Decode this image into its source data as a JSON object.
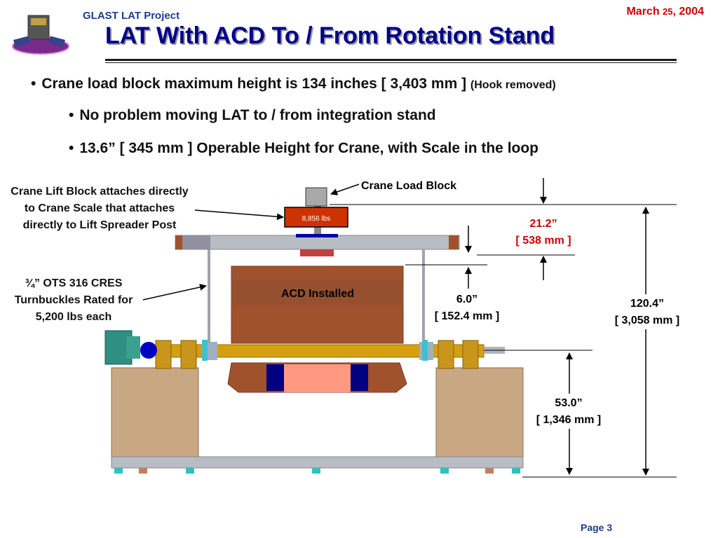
{
  "header": {
    "project": "GLAST LAT Project",
    "date_prefix": "March ",
    "date_day": "25",
    "date_suffix": ", 2004",
    "title": "LAT With ACD To / From Rotation Stand"
  },
  "bullets": {
    "main": "Crane load block maximum height is 134 inches [ 3,403 mm ]",
    "main_paren": "(Hook removed)",
    "sub1": "No problem moving LAT to / from integration stand",
    "sub2": "13.6” [ 345 mm ] Operable Height for Crane, with Scale in the loop"
  },
  "notes": {
    "lift_block": "Crane Lift Block attaches directly to Crane Scale that attaches directly to Lift Spreader Post",
    "turnbuckles": "¾” OTS 316 CRES Turnbuckles Rated for 5,200 lbs each"
  },
  "diagram": {
    "crane_load_block_label": "Crane Load Block",
    "scale_reading": "8,856 lbs",
    "acd_label": "ACD Installed",
    "dim_21_in": "21.2”",
    "dim_21_mm": "[ 538 mm ]",
    "dim_6_in": "6.0”",
    "dim_6_mm": "[ 152.4 mm ]",
    "dim_120_in": "120.4”",
    "dim_120_mm": "[ 3,058 mm ]",
    "dim_53_in": "53.0”",
    "dim_53_mm": "[ 1,346 mm ]"
  },
  "colors": {
    "title": "#00008b",
    "accent_red": "#cc0000",
    "scale_box": "#cc3300",
    "acd_brown": "#a0522d"
  },
  "footer": {
    "page": "Page 3"
  },
  "icons": {
    "logo": "glast-satellite-logo-icon"
  }
}
